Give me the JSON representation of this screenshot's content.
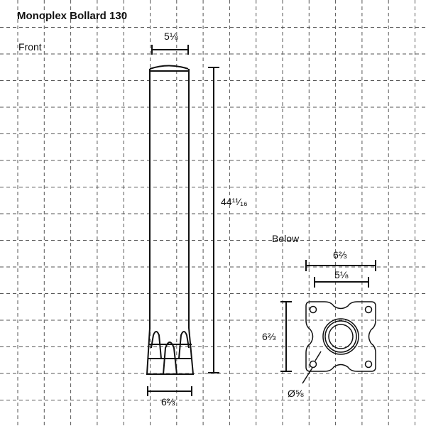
{
  "title": "Monoplex Bollard 130",
  "front": {
    "label": "Front",
    "top_width": "5⅛",
    "height": "44¹¹⁄₁₆",
    "base_width": "6⅔"
  },
  "below": {
    "label": "Below",
    "plate_width": "6⅔",
    "hole_spacing": "5⅛",
    "plate_height": "6⅔",
    "hole_diameter": "Ø⅝"
  }
}
